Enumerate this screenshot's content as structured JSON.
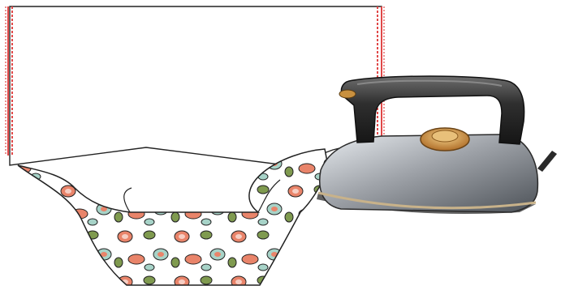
{
  "illustration": {
    "subject": "sewing-pressing-step",
    "colors": {
      "background": "#ffffff",
      "outline": "#222222",
      "stitch": "#e04848",
      "fabric_base": "#ffffff",
      "dot_orange": "#e9846a",
      "dot_green": "#7f9a4f",
      "dot_teal": "#a7d3c8",
      "iron_body": "#9fa3a9",
      "iron_handle": "#2f2f2f",
      "iron_dial": "#c8903f"
    },
    "icons": [
      "fabric-panel",
      "patterned-fabric",
      "steam-iron"
    ]
  }
}
